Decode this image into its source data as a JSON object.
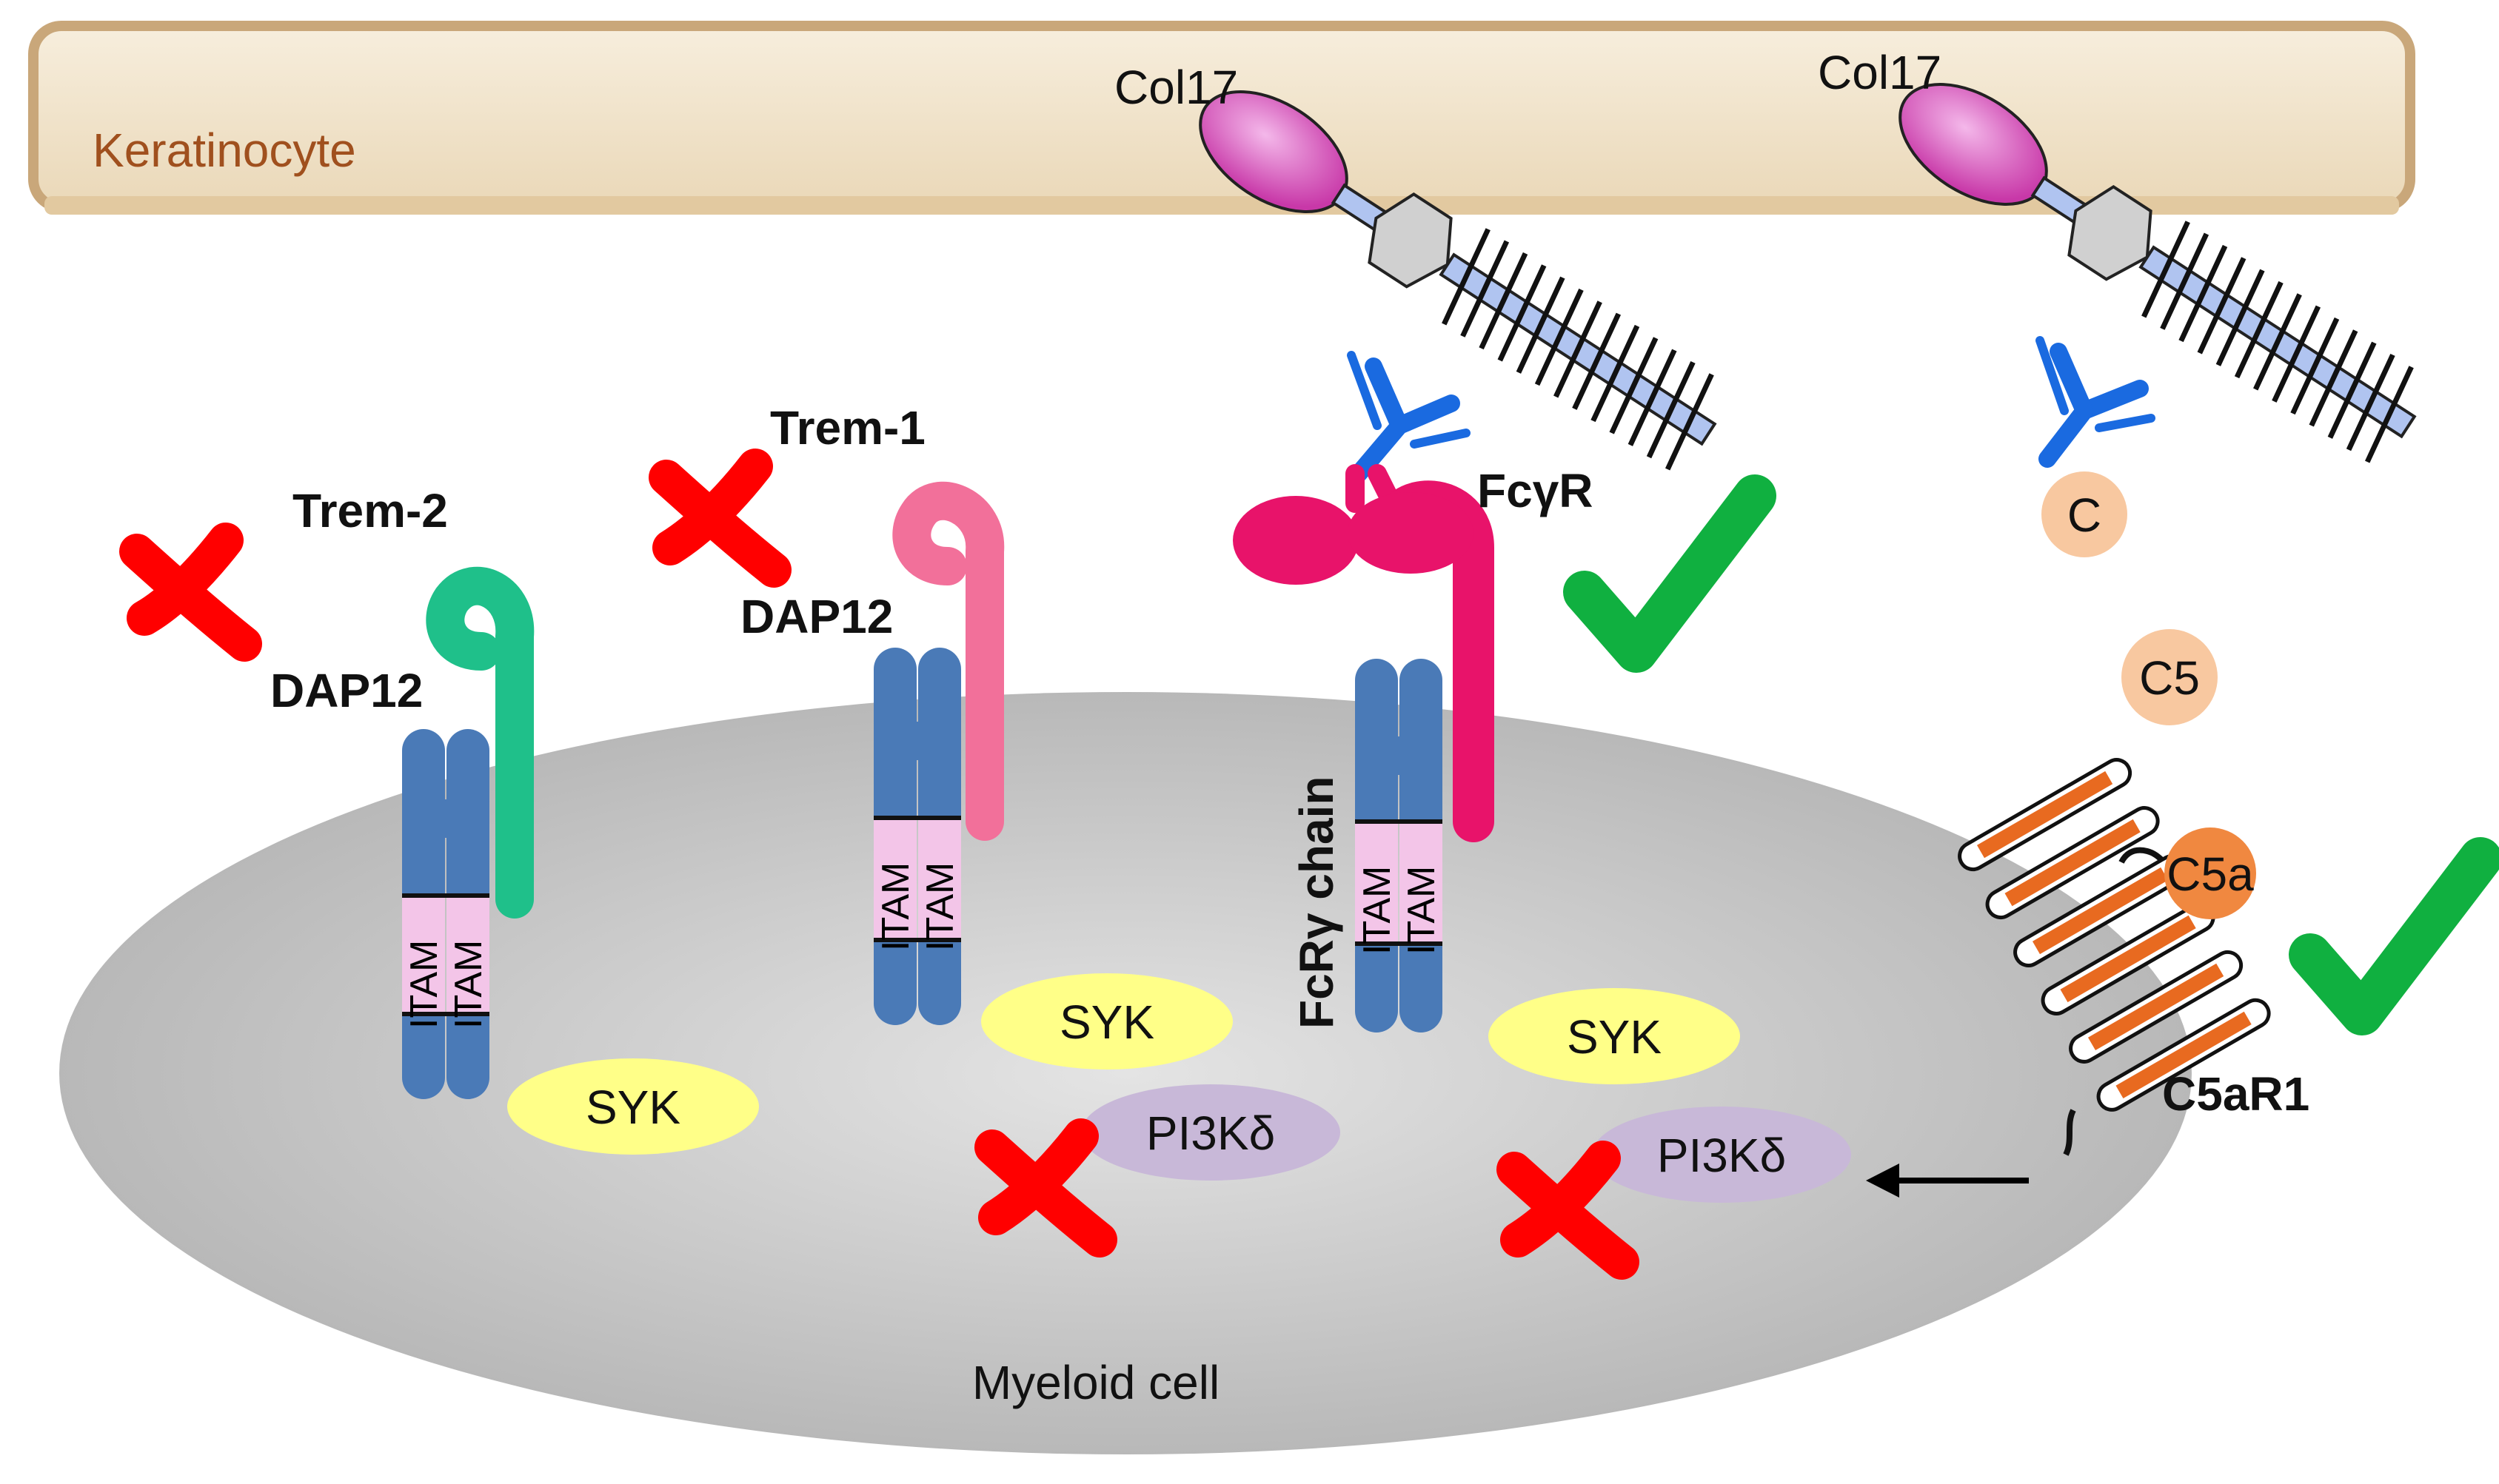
{
  "labels": {
    "keratinocyte": "Keratinocyte",
    "myeloid_cell": "Myeloid cell",
    "col17_left": "Col17",
    "col17_right": "Col17",
    "trem2": "Trem-2",
    "trem1": "Trem-1",
    "fcgr": "FcγR",
    "dap12_left": "DAP12",
    "dap12_mid": "DAP12",
    "fcr_chain": "FcRγ chain",
    "itam": [
      "ITAM",
      "ITAM",
      "ITAM",
      "ITAM",
      "ITAM",
      "ITAM"
    ],
    "syk": [
      "SYK",
      "SYK",
      "SYK"
    ],
    "pi3k": [
      "PI3Kδ",
      "PI3Kδ"
    ],
    "complement_c": "C",
    "c5": "C5",
    "c5a": "C5a",
    "c5ar1": "C5aR1"
  },
  "colors": {
    "keratinocyte_fill": "#f3e6d0",
    "keratinocyte_border": "#d2b48c",
    "keratinocyte_text": "#a0501e",
    "cell_fill": "#c8c8c8",
    "dap12": "#4a7ab7",
    "trem2": "#1fc08a",
    "trem1": "#f2709a",
    "fcgr": "#e8136a",
    "antibody": "#1a6ae0",
    "itam_pink": "#f3c5e8",
    "syk": "#ffff88",
    "pi3k": "#c8b8d8",
    "complement": "#f8c8a0",
    "c5a": "#f08840",
    "c5ar1": "#e86a20",
    "c5ar1_label": "#a0501e",
    "cross": "#ff0000",
    "check": "#10b040",
    "col17_head": "#e060c8"
  },
  "icons": [
    "cross-icon",
    "check-icon",
    "antibody-icon",
    "arrow-left-icon"
  ]
}
